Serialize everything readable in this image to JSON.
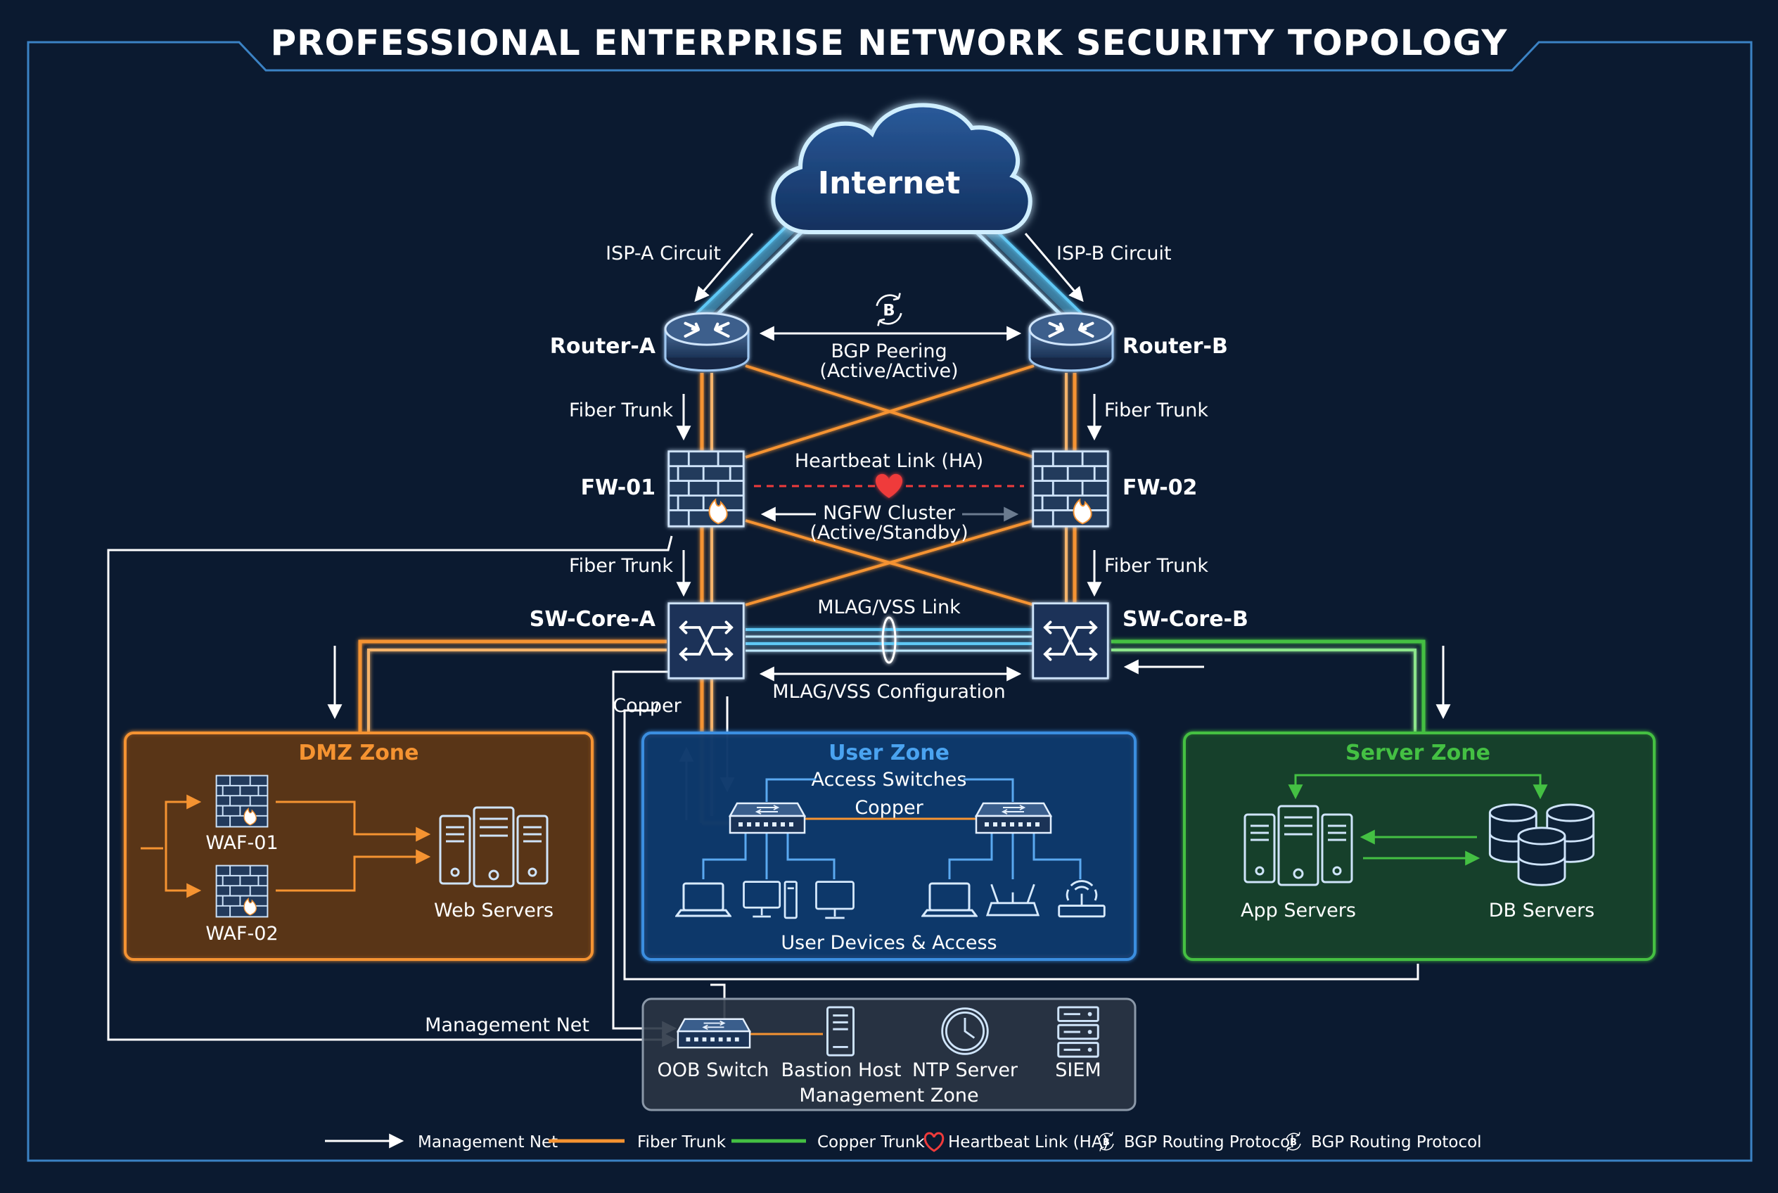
{
  "title": "PROFESSIONAL ENTERPRISE NETWORK SECURITY TOPOLOGY",
  "colors": {
    "background": "#0b1a30",
    "frame": "#3b82c4",
    "fiber": "#f59331",
    "copper": "#44c043",
    "cyan": "#5ec8f5",
    "heartbeat": "#ef3b3b",
    "text": "#ffffff",
    "dmz_fill": "#5a3518",
    "user_fill": "#12396b",
    "server_fill": "#153f2a",
    "mgmt_fill": "#2a3545"
  },
  "internet": {
    "label": "Internet",
    "icon": "cloud-icon"
  },
  "circuits": {
    "isp_a": "ISP-A Circuit",
    "isp_b": "ISP-B Circuit"
  },
  "routers": {
    "a": "Router-A",
    "b": "Router-B",
    "icon": "router-icon"
  },
  "bgp": {
    "line1": "BGP Peering",
    "line2": "(Active/Active)",
    "icon": "bitcoin-sync-icon"
  },
  "trunks": {
    "fiber": "Fiber Trunk",
    "copper": "Copper"
  },
  "firewalls": {
    "a": "FW-01",
    "b": "FW-02",
    "icon": "firewall-icon"
  },
  "ha": {
    "heartbeat": "Heartbeat Link (HA)",
    "cluster_line1": "NGFW Cluster",
    "cluster_line2": "(Active/Standby)"
  },
  "core": {
    "a": "SW-Core-A",
    "b": "SW-Core-B",
    "mlag_link": "MLAG/VSS Link",
    "mlag_config": "MLAG/VSS Configuration",
    "icon": "core-switch-icon"
  },
  "dmz": {
    "title": "DMZ Zone",
    "waf1": "WAF-01",
    "waf2": "WAF-02",
    "web": "Web Servers"
  },
  "user_zone": {
    "title": "User Zone",
    "access": "Access Switches",
    "copper": "Copper",
    "devices": "User Devices & Access"
  },
  "server_zone": {
    "title": "Server Zone",
    "app": "App Servers",
    "db": "DB Servers"
  },
  "management": {
    "net_label": "Management Net",
    "oob": "OOB Switch",
    "bastion": "Bastion Host",
    "ntp": "NTP Server",
    "siem": "SIEM",
    "zone": "Management Zone"
  },
  "legend": [
    {
      "label": "Management Net",
      "icon": "white-arrow-line"
    },
    {
      "label": "Fiber Trunk",
      "icon": "orange-line"
    },
    {
      "label": "Copper Trunk",
      "icon": "green-line"
    },
    {
      "label": "Heartbeat Link (HA)",
      "icon": "heart-icon"
    },
    {
      "label": "BGP Routing Protocol",
      "icon": "bitcoin-sync-icon"
    },
    {
      "label": "BGP Routing Protocol",
      "icon": "bitcoin-sync-icon"
    }
  ]
}
